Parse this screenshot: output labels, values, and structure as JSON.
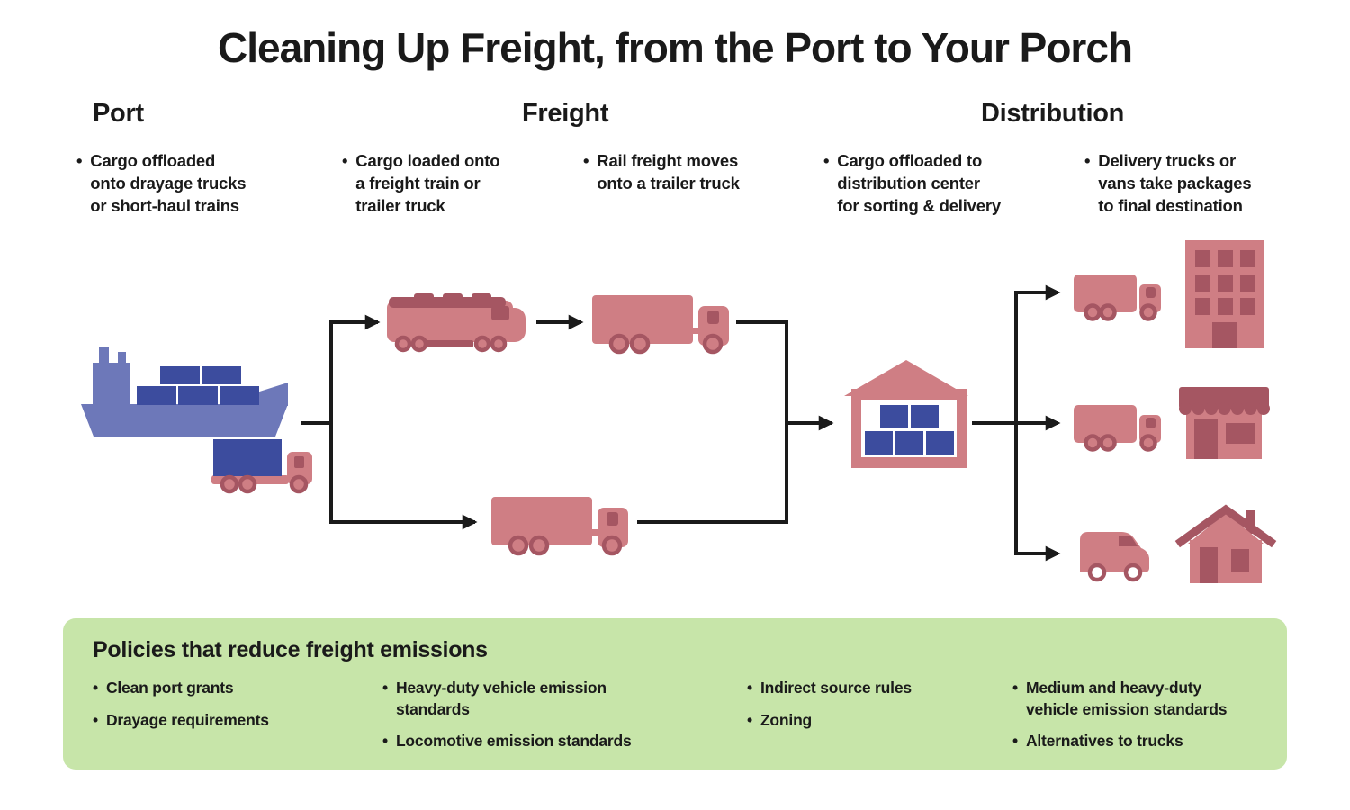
{
  "title": "Cleaning Up Freight, from the Port to Your Porch",
  "headers": {
    "port": "Port",
    "freight": "Freight",
    "distribution": "Distribution"
  },
  "bullets": {
    "port1": "Cargo offloaded\nonto drayage trucks\nor short-haul trains",
    "freight1": "Cargo loaded onto\na freight train or\ntrailer truck",
    "freight2": "Rail freight moves\nonto a trailer truck",
    "dist1": "Cargo offloaded to\ndistribution center\nfor sorting & delivery",
    "dist2": "Delivery trucks or\nvans take packages\nto final destination"
  },
  "policies": {
    "title": "Policies that reduce freight emissions",
    "col1": [
      "Clean port grants",
      "Drayage requirements"
    ],
    "col2": [
      "Heavy-duty vehicle emission\nstandards",
      "Locomotive emission standards"
    ],
    "col3": [
      "Indirect source rules",
      "Zoning"
    ],
    "col4": [
      "Medium and heavy-duty\nvehicle emission standards",
      "Alternatives to trucks"
    ]
  },
  "icons": {
    "ship": "cargo-ship-icon",
    "drayage_truck": "drayage-truck-icon",
    "train": "freight-train-icon",
    "trailer_truck": "trailer-truck-icon",
    "warehouse": "warehouse-icon",
    "delivery_truck": "delivery-truck-icon",
    "delivery_van": "delivery-van-icon",
    "apartment": "apartment-building-icon",
    "store": "storefront-icon",
    "house": "house-icon"
  },
  "colors": {
    "ink": "#1a1a1a",
    "bg": "#ffffff",
    "white": "#ffffff",
    "pink": "#cf7e84",
    "pinkDark": "#a55662",
    "blueLight": "#6d78b9",
    "blueDark": "#3c4c9e",
    "green": "#c7e5a9"
  }
}
